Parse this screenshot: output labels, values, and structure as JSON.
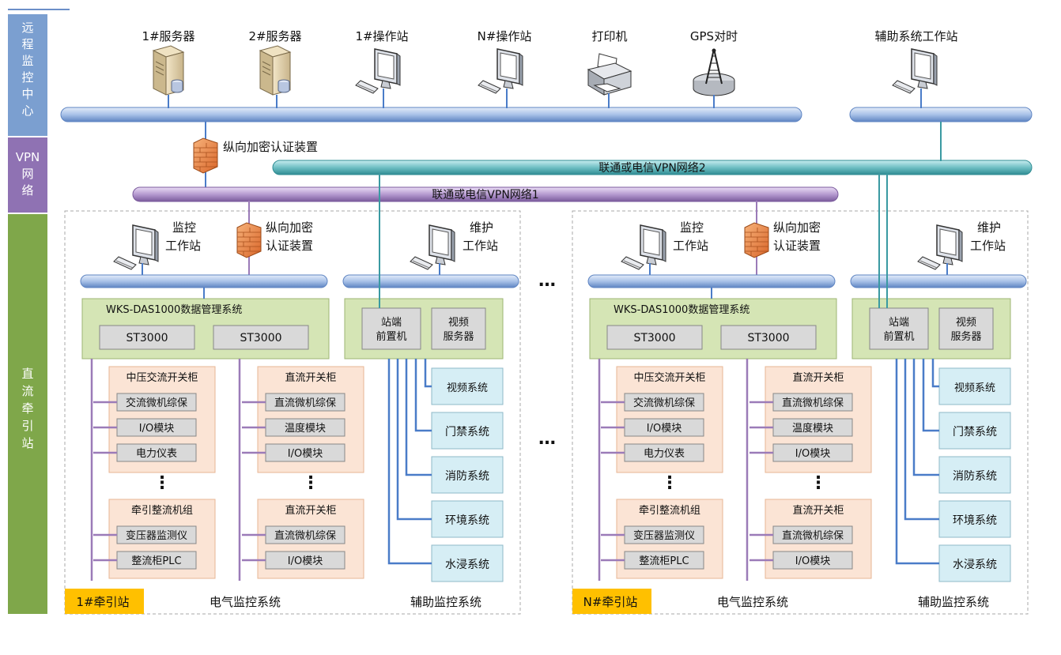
{
  "sections": {
    "remote": [
      "远",
      "程",
      "监",
      "控",
      "中",
      "心"
    ],
    "vpn": [
      "VPN",
      "网",
      "络"
    ],
    "substation": [
      "直",
      "流",
      "牵",
      "引",
      "站"
    ]
  },
  "top_devices": {
    "server1": "1#服务器",
    "server2": "2#服务器",
    "op1": "1#操作站",
    "opn": "N#操作站",
    "printer": "打印机",
    "gps": "GPS对时",
    "aux_ws": "辅助系统工作站"
  },
  "center_firewall": "纵向加密认证装置",
  "networks": {
    "vpn2": "联通或电信VPN网络2",
    "vpn1": "联通或电信VPN网络1"
  },
  "stations": [
    {
      "name": "1#牵引站",
      "monitor_ws": [
        "监控",
        "工作站"
      ],
      "firewall": [
        "纵向加密",
        "认证装置"
      ],
      "maint_ws": [
        "维护",
        "工作站"
      ],
      "das_title": "WKS-DAS1000数据管理系统",
      "st_left": "ST3000",
      "st_right": "ST3000",
      "front_end": [
        "站端",
        "前置机"
      ],
      "video_server": [
        "视频",
        "服务器"
      ],
      "ac_box": {
        "title": "中压交流开关柜",
        "items": [
          "交流微机综保",
          "I/O模块",
          "电力仪表"
        ]
      },
      "rect_box": {
        "title": "牵引整流机组",
        "items": [
          "变压器监测仪",
          "整流柜PLC"
        ]
      },
      "dc_box1": {
        "title": "直流开关柜",
        "items": [
          "直流微机综保",
          "温度模块",
          "I/O模块"
        ]
      },
      "dc_box2": {
        "title": "直流开关柜",
        "items": [
          "直流微机综保",
          "I/O模块"
        ]
      },
      "aux_systems": [
        "视频系统",
        "门禁系统",
        "消防系统",
        "环境系统",
        "水浸系统"
      ],
      "elec_label": "电气监控系统",
      "aux_label": "辅助监控系统"
    },
    {
      "name": "N#牵引站",
      "monitor_ws": [
        "监控",
        "工作站"
      ],
      "firewall": [
        "纵向加密",
        "认证装置"
      ],
      "maint_ws": [
        "维护",
        "工作站"
      ],
      "das_title": "WKS-DAS1000数据管理系统",
      "st_left": "ST3000",
      "st_right": "ST3000",
      "front_end": [
        "站端",
        "前置机"
      ],
      "video_server": [
        "视频",
        "服务器"
      ],
      "ac_box": {
        "title": "中压交流开关柜",
        "items": [
          "交流微机综保",
          "I/O模块",
          "电力仪表"
        ]
      },
      "rect_box": {
        "title": "牵引整流机组",
        "items": [
          "变压器监测仪",
          "整流柜PLC"
        ]
      },
      "dc_box1": {
        "title": "直流开关柜",
        "items": [
          "直流微机综保",
          "温度模块",
          "I/O模块"
        ]
      },
      "dc_box2": {
        "title": "直流开关柜",
        "items": [
          "直流微机综保",
          "I/O模块"
        ]
      },
      "aux_systems": [
        "视频系统",
        "门禁系统",
        "消防系统",
        "环境系统",
        "水浸系统"
      ],
      "elec_label": "电气监控系统",
      "aux_label": "辅助监控系统"
    }
  ],
  "ellipsis": "…",
  "vdots": "⋮",
  "colors": {
    "remote_band": "#7b9fd0",
    "vpn_band": "#8f72b3",
    "station_band": "#7fa74a",
    "bus_blue": "#b3c8ea",
    "bus_teal": "#58a9b0",
    "bus_purple": "#a888c6",
    "das_green": "#d5e5b5",
    "peach": "#fbe4d5",
    "cyan_box": "#d6eef5",
    "station_tag": "#ffc000",
    "link_blue": "#4a7cc8",
    "link_purple": "#9b7bb8",
    "link_teal": "#3a9aa2"
  }
}
